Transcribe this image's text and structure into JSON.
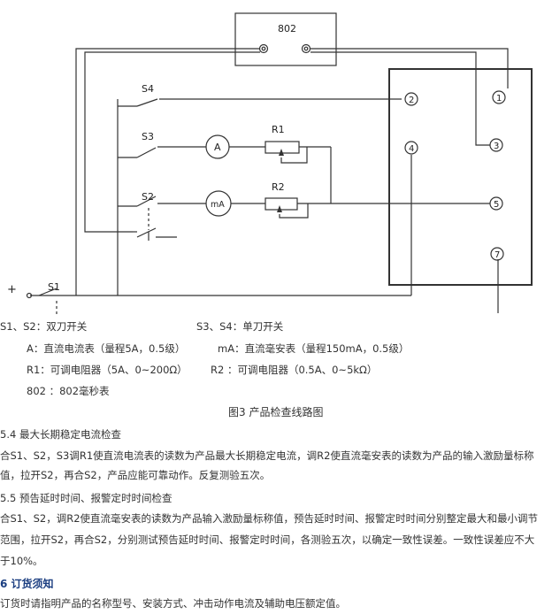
{
  "diagram": {
    "meter_box_label": "802",
    "switches": {
      "s1": "S1",
      "s2": "S2",
      "s3": "S3",
      "s4": "S4"
    },
    "meters": {
      "ammeter": "A",
      "milliammeter": "mA"
    },
    "resistors": {
      "r1": "R1",
      "r2": "R2"
    },
    "terminals": [
      "1",
      "2",
      "3",
      "4",
      "5",
      "7"
    ],
    "plus_sign": "+"
  },
  "legend": {
    "line1_left": "S1、S2：双刀开关",
    "line1_right": "S3、S4：单刀开关",
    "line2_left": "A：直流电流表（量程5A，0.5级）",
    "line2_right": "mA：直流毫安表（量程150mA，0.5级）",
    "line3_left": "R1：可调电阻器（5A、0~200Ω）",
    "line3_right": "R2 ：可调电阻器（0.5A、0~5kΩ）",
    "line4": "802 ：802毫秒表"
  },
  "caption": "图3 产品检查线路图",
  "sections": {
    "s54_title": "5.4 最大长期稳定电流检查",
    "s54_p1": "合S1、S2，S3调R1使直流电流表的读数为产品最大长期稳定电流，调R2使直流毫安表的读数为产品的输入激励量标称",
    "s54_p2": "值，拉开S2，再合S2，产品应能可靠动作。反复测验五次。",
    "s55_title": "5.5 预告延时时间、报警定时时间检查",
    "s55_p1": "合S1、S2，调R2使直流毫安表的读数为产品输入激励量标称值，预告延时时间、报警定时时间分别整定最大和最小调节",
    "s55_p2": "范围，拉开S2，再合S2，分别测试预告延时时间、报警定时时间，各测验五次，以确定一致性误差。一致性误差应不大",
    "s55_p3": "于10%。",
    "s6_title": "6 订货须知",
    "s6_p1": "订货时请指明产品的名称型号、安装方式、冲击动作电流及辅助电压额定值。"
  }
}
